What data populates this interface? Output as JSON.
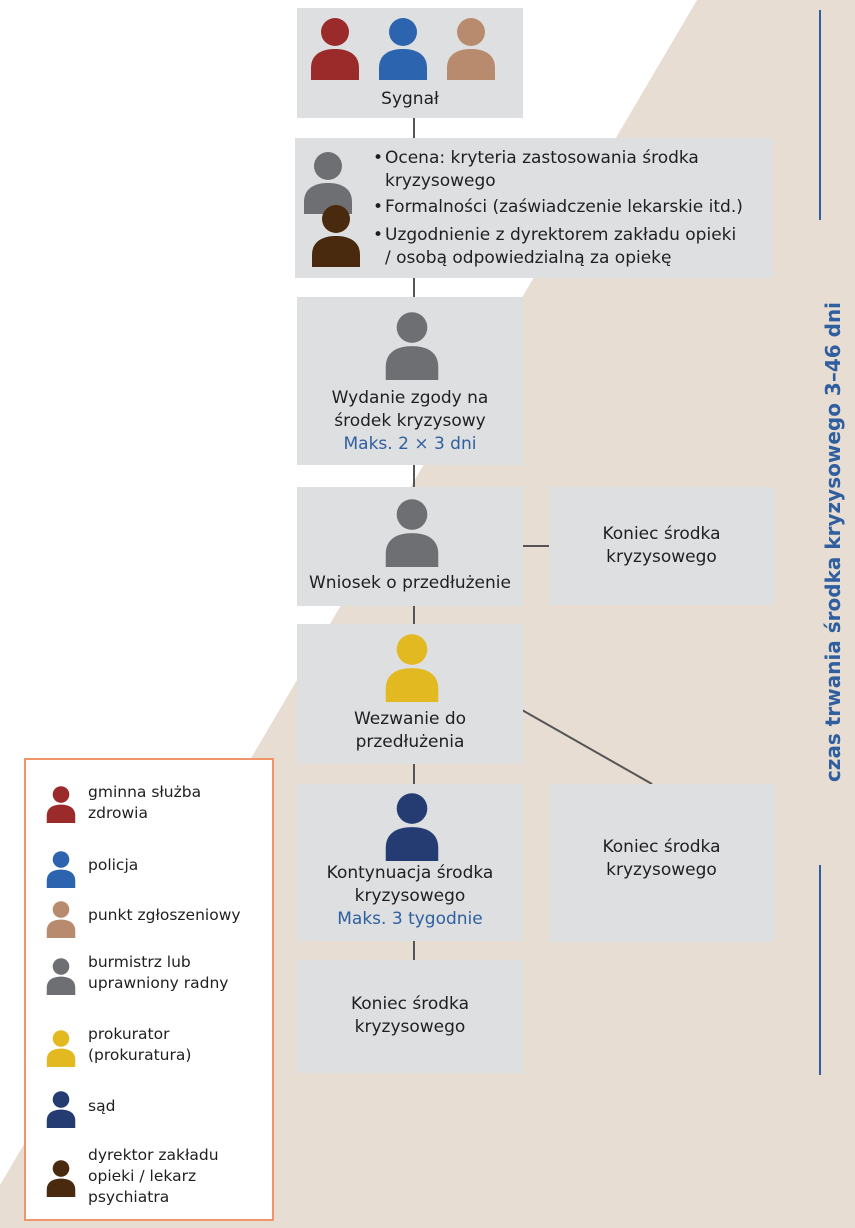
{
  "colors": {
    "gminna": "#9b2a2b",
    "policja": "#2d64b0",
    "punkt": "#b98b6e",
    "burmistrz": "#6e6f72",
    "prokurator": "#e2b920",
    "sad": "#243c72",
    "dyrektor": "#4a2a0e",
    "box": "#dedfe1",
    "background_beige": "#e8ddd3",
    "legend_border": "#f0956a",
    "accent": "#2f5f9f"
  },
  "side_title": "czas trwania środka kryzysowego 3–46 dni",
  "steps": {
    "signal": {
      "label": "Sygnał",
      "icons": [
        "gminna",
        "policja",
        "punkt"
      ]
    },
    "assessment": {
      "icons": [
        "burmistrz",
        "dyrektor"
      ],
      "bullets": [
        [
          "Ocena: kryteria zastosowania środka",
          "kryzysowego"
        ],
        [
          "Formalności (zaświadczenie lekarskie itd.)"
        ],
        [
          "Uzgodnienie z dyrektorem zakładu opieki",
          "/ osobą odpowiedzialną za opiekę"
        ]
      ]
    },
    "consent": {
      "label_lines": [
        "Wydanie zgody na",
        "środek kryzysowy"
      ],
      "duration": "Maks. 2 × 3 dni",
      "icon": "burmistrz"
    },
    "extension_request": {
      "label": "Wniosek o przedłużenie",
      "icon": "burmistrz"
    },
    "summons": {
      "label_lines": [
        "Wezwanie do",
        "przedłużenia"
      ],
      "icon": "prokurator"
    },
    "continuation": {
      "label_lines": [
        "Kontynuacja środka",
        "kryzysowego"
      ],
      "duration": "Maks. 3 tygodnie",
      "icon": "sad"
    },
    "end_final": {
      "label_lines": [
        "Koniec środka",
        "kryzysowego"
      ]
    },
    "end_side_1": {
      "label_lines": [
        "Koniec środka",
        "kryzysowego"
      ]
    },
    "end_side_2": {
      "label_lines": [
        "Koniec środka",
        "kryzysowego"
      ]
    }
  },
  "legend": [
    {
      "icon": "gminna",
      "lines": [
        "gminna służba",
        "zdrowia"
      ]
    },
    {
      "icon": "policja",
      "lines": [
        "policja"
      ]
    },
    {
      "icon": "punkt",
      "lines": [
        "punkt zgłoszeniowy"
      ]
    },
    {
      "icon": "burmistrz",
      "lines": [
        "burmistrz lub",
        "uprawniony radny"
      ]
    },
    {
      "icon": "prokurator",
      "lines": [
        "prokurator",
        "(prokuratura)"
      ]
    },
    {
      "icon": "sad",
      "lines": [
        "sąd"
      ]
    },
    {
      "icon": "dyrektor",
      "lines": [
        "dyrektor zakładu",
        "opieki / lekarz",
        "psychiatra"
      ]
    }
  ]
}
